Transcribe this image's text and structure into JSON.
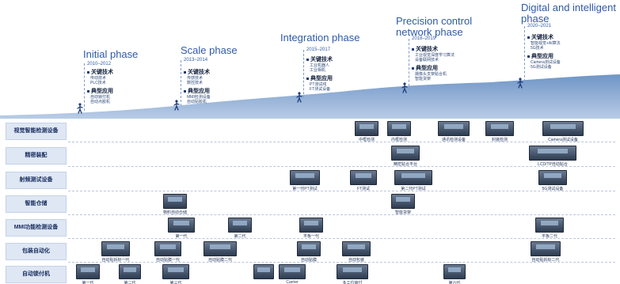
{
  "phases": [
    {
      "title": "Initial phase",
      "years": "2010–2012",
      "heading1": "关键技术",
      "tech": [
        "传动技术",
        "PLC技术"
      ],
      "heading2": "典型应用",
      "apps": [
        "自动锁付机",
        "自动点胶机"
      ]
    },
    {
      "title": "Scale phase",
      "years": "2013–2014",
      "heading1": "关键技术",
      "tech": [
        "传感技术",
        "数控技术"
      ],
      "heading2": "典型应用",
      "apps": [
        "MMI检测设备",
        "自动贴胶机"
      ]
    },
    {
      "title": "Integration phase",
      "years": "2015–2017",
      "heading1": "关键技术",
      "tech": [
        "工业机器人",
        "工业相机"
      ],
      "heading2": "典型应用",
      "apps": [
        "PT测试线",
        "FT测试设备"
      ]
    },
    {
      "title": "Precision control network phase",
      "years": "2018–2019",
      "heading1": "关键技术",
      "tech": [
        "工业视觉深度学习算法",
        "设备联网技术"
      ],
      "heading2": "典型应用",
      "apps": [
        "摄像头支架贴合机",
        "智能货架"
      ]
    },
    {
      "title": "Digital and intelligent phase",
      "years": "2020–2021",
      "heading1": "关键技术",
      "tech": [
        "智能视觉+AI算法",
        "5G技术"
      ],
      "heading2": "典型应用",
      "apps": [
        "Camera测试设备",
        "5G测试设备"
      ]
    }
  ],
  "rows": [
    {
      "label": "视觉智能检测设备",
      "machines": [
        "中框检测",
        "内框检测",
        "通讯检测设备",
        "封装检测",
        "Camera测试设备"
      ]
    },
    {
      "label": "精密装配",
      "machines": [
        "精密贴合平台",
        "LCD/TP自动贴合"
      ]
    },
    {
      "label": "射频测试设备",
      "machines": [
        "第一代PT测试",
        "FT测试",
        "第二代PT测试",
        "5G测试设备"
      ]
    },
    {
      "label": "智能仓储",
      "machines": [
        "物料自动仓储",
        "智能货架"
      ]
    },
    {
      "label": "MMI功能检测设备",
      "machines": [
        "第一代",
        "第二代",
        "平板一代",
        "平板二代"
      ]
    },
    {
      "label": "包装自动化",
      "machines": [
        "自动贴拆标一代",
        "自动贴膜一代",
        "自动贴膜二代",
        "自动贴膜",
        "自动包装",
        "自动贴拆标二代"
      ]
    },
    {
      "label": "自动锁付机",
      "machines": [
        "第一代",
        "第二代",
        "第三代",
        "",
        "Carrier",
        "多工位锁付",
        "第六代"
      ]
    }
  ]
}
